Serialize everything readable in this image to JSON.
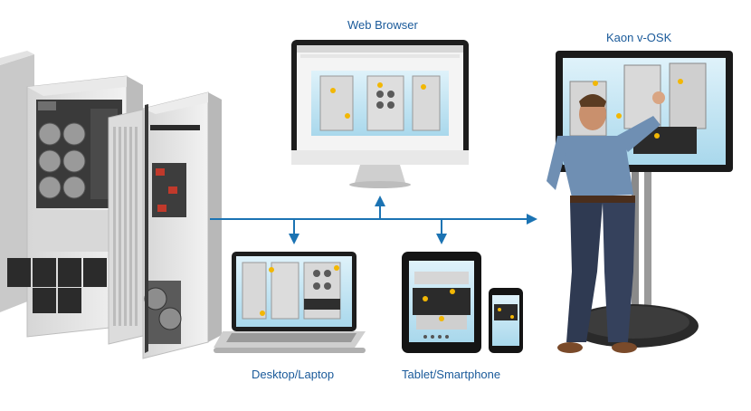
{
  "labels": {
    "web_browser": "Web Browser",
    "kiosk": "Kaon v-OSK",
    "desktop": "Desktop/Laptop",
    "tablet": "Tablet/Smartphone"
  },
  "colors": {
    "connector": "#1b73b3",
    "label": "#1a5a9a",
    "marker": "#f2b705",
    "screen_bg": "#bfe3f2"
  }
}
